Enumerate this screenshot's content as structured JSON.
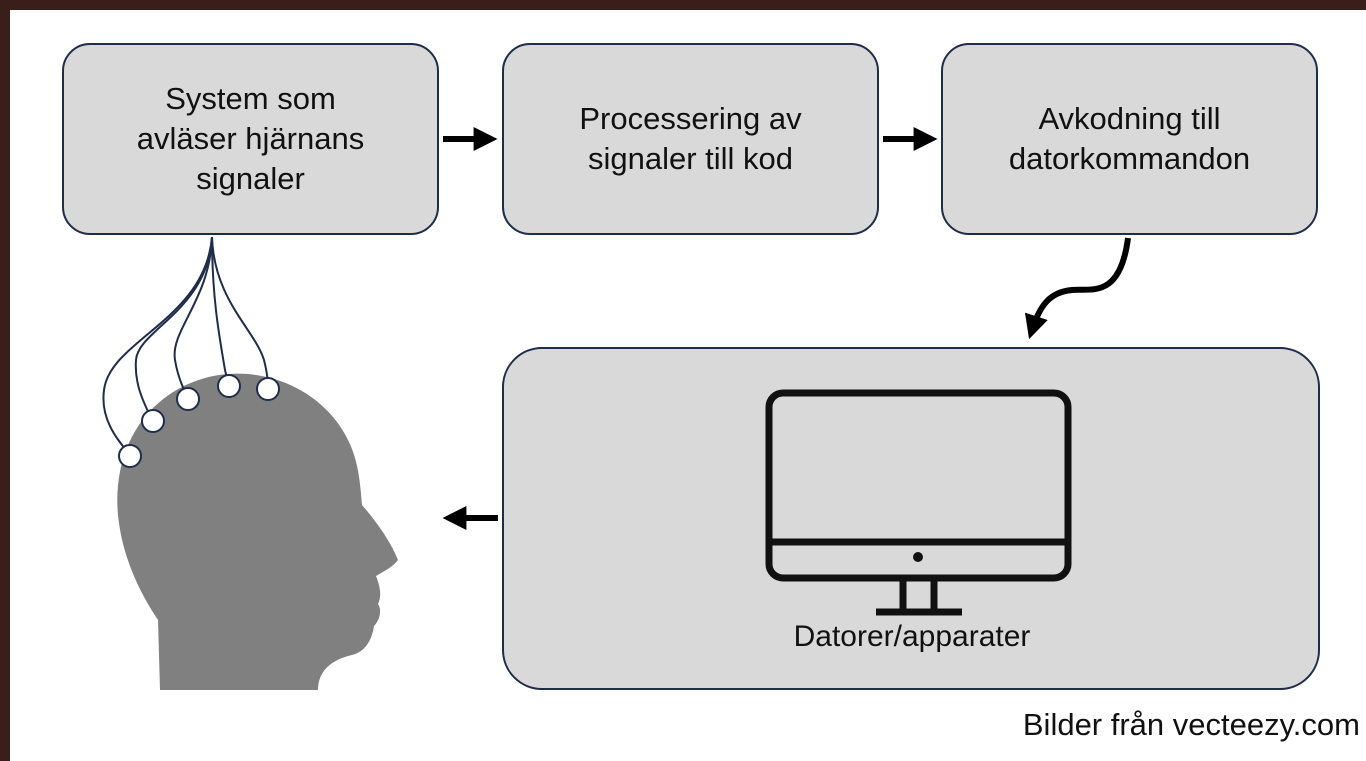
{
  "boxes": {
    "signal_system": "System som\navläser hjärnans\nsignaler",
    "processing": "Processering av\nsignaler till kod",
    "decoding": "Avkodning till\ndatorkommandon",
    "devices": "Datorer/apparater"
  },
  "credit": "Bilder från vecteezy.com",
  "icons": [
    "head-silhouette-icon",
    "electrode-icon",
    "monitor-icon"
  ],
  "colors": {
    "background_border": "#3a1e19",
    "box_fill": "#d9d9d9",
    "box_border": "#1f2d4a",
    "head": "#808080",
    "wire": "#1f2d4a",
    "arrow": "#000000"
  }
}
